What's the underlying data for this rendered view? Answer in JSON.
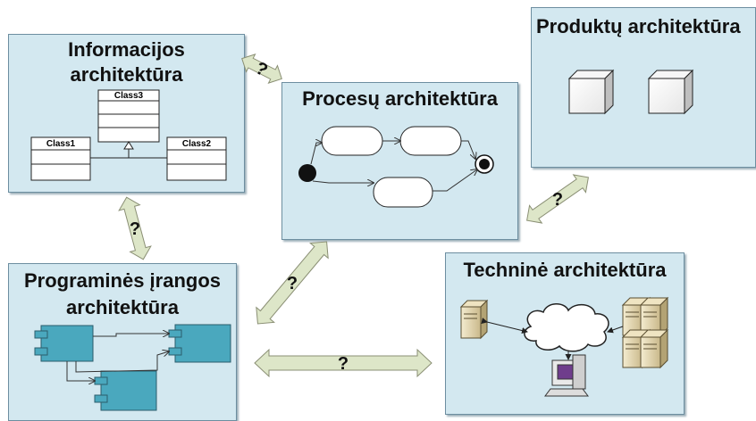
{
  "panels": {
    "info": {
      "title_line1": "Informacijos",
      "title_line2": "architektūra"
    },
    "procesu": {
      "title": "Procesų architektūra"
    },
    "produktu": {
      "title": "Produktų architektūra"
    },
    "programines": {
      "title_line1": "Programinės įrangos",
      "title_line2": "architektūra"
    },
    "technine": {
      "title": "Techninė architektūra"
    }
  },
  "classes": [
    "Class3",
    "Class1",
    "Class2"
  ],
  "arrows": {
    "info_procesu": "?",
    "info_programines": "?",
    "programines_procesu": "?",
    "procesu_produktu": "?",
    "programines_technine": "?"
  },
  "colors": {
    "panel_fill": "#d3e8f0",
    "panel_border": "#6d8ea0",
    "arrow_fill": "#dde6c8",
    "component_fill": "#4aa8be"
  }
}
